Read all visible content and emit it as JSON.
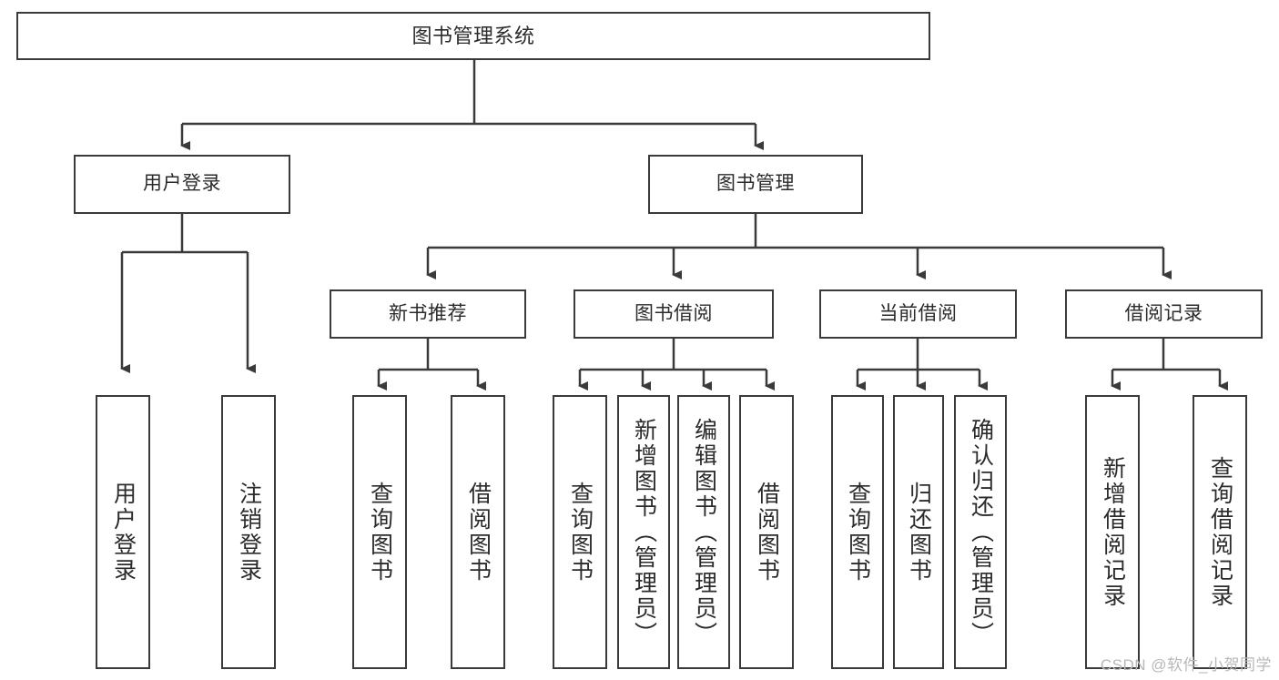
{
  "diagram": {
    "title": "图书管理系统",
    "type": "tree",
    "colors": {
      "box_border": "#3a3a3a",
      "box_fill": "#ffffff",
      "edge": "#3a3a3a",
      "text": "#2b2b2b",
      "watermark": "#b8b8b8"
    },
    "nodes": {
      "root": {
        "label": "图书管理系统"
      },
      "level2": [
        {
          "id": "user-login",
          "label": "用户登录"
        },
        {
          "id": "book-management",
          "label": "图书管理"
        }
      ],
      "level3": [
        {
          "id": "new-book-recommend",
          "label": "新书推荐"
        },
        {
          "id": "book-borrow",
          "label": "图书借阅"
        },
        {
          "id": "current-borrow",
          "label": "当前借阅"
        },
        {
          "id": "borrow-record",
          "label": "借阅记录"
        }
      ],
      "leaves": {
        "user-login": [
          {
            "id": "leaf-user-login",
            "label": "用户登录"
          },
          {
            "id": "leaf-logout-login",
            "label": "注销登录"
          }
        ],
        "new-book-recommend": [
          {
            "id": "leaf-query-book-1",
            "label": "查询图书"
          },
          {
            "id": "leaf-borrow-book-1",
            "label": "借阅图书"
          }
        ],
        "book-borrow": [
          {
            "id": "leaf-query-book-2",
            "label": "查询图书"
          },
          {
            "id": "leaf-add-book",
            "label": "新增图书（管理员）"
          },
          {
            "id": "leaf-edit-book",
            "label": "编辑图书（管理员）"
          },
          {
            "id": "leaf-borrow-book-2",
            "label": "借阅图书"
          }
        ],
        "current-borrow": [
          {
            "id": "leaf-query-book-3",
            "label": "查询图书"
          },
          {
            "id": "leaf-return-book",
            "label": "归还图书"
          },
          {
            "id": "leaf-confirm-return",
            "label": "确认归还（管理员）"
          }
        ],
        "borrow-record": [
          {
            "id": "leaf-add-record",
            "label": "新增借阅记录"
          },
          {
            "id": "leaf-query-record",
            "label": "查询借阅记录"
          }
        ]
      }
    },
    "watermark": "CSDN @软件_小贺同学"
  }
}
